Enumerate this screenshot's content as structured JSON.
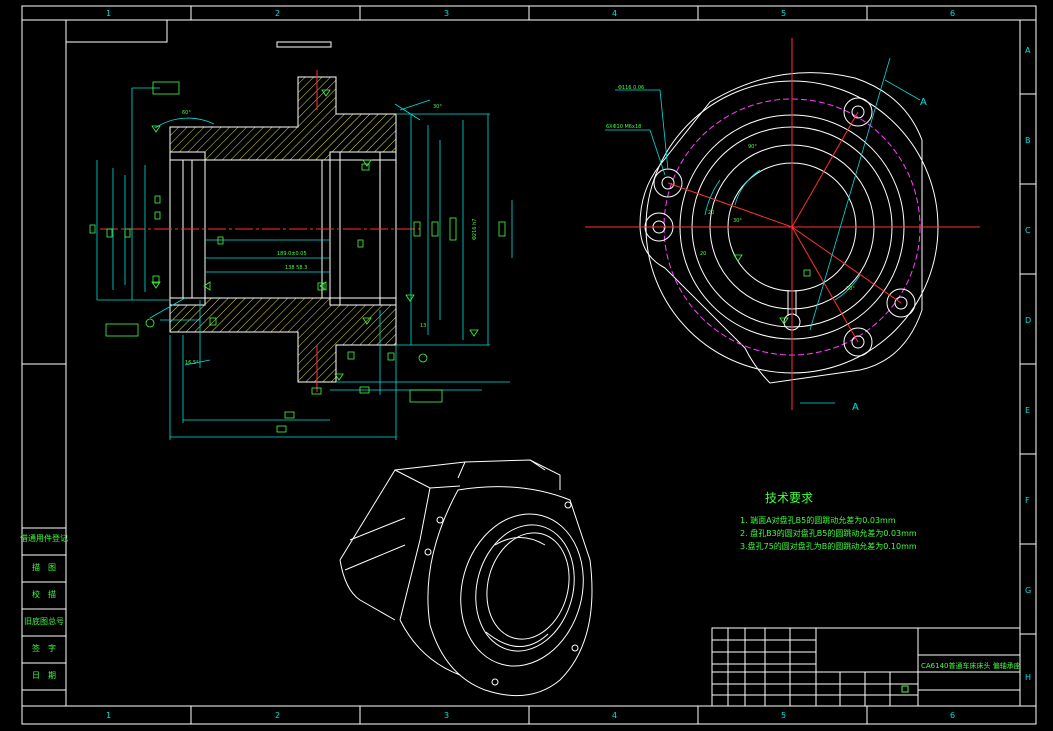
{
  "frame": {
    "columns": [
      "1",
      "2",
      "3",
      "4",
      "5",
      "6"
    ],
    "rows": [
      "A",
      "B",
      "C",
      "D",
      "E",
      "F",
      "G",
      "H"
    ]
  },
  "views": {
    "right_view": {
      "section_label": "A"
    }
  },
  "left_stamp": [
    "借通用件登记",
    "描　图",
    "校　描",
    "旧底图总号",
    "签　字",
    "日　期"
  ],
  "tech": {
    "title": "技术要求",
    "items": [
      "1. 端面A对盘孔B5的圆跳动允差为0.03mm",
      "2. 盘孔B3的圆对盘孔B5的圆跳动允差为0.03mm",
      "3.盘孔75的圆对盘孔为B的圆跳动允差为0.10mm"
    ]
  },
  "title_block": {
    "drawing_title": "CA6140普通车床床头  偏轴承座"
  },
  "colors": {
    "background": "#000000",
    "frame": "#ffffff",
    "outline": "#ffffff",
    "dimension": "#00e0e0",
    "centerline": "#ff3030",
    "hatch": "#ffff40",
    "annotation": "#40ff40",
    "hidden": "#ff40ff",
    "title_border": "#ffffff"
  }
}
